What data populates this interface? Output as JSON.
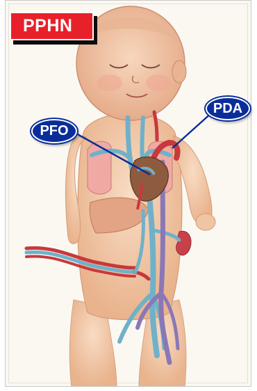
{
  "title": "PPHN",
  "labels": {
    "pfo": "PFO",
    "pda": "PDA"
  },
  "colors": {
    "title_bg": "#e8202a",
    "label_bg": "#0a2d9a",
    "skin": "#f2c9a8",
    "vein": "#6fb1c9",
    "artery": "#c8383c",
    "lung": "#f0a9a4"
  }
}
